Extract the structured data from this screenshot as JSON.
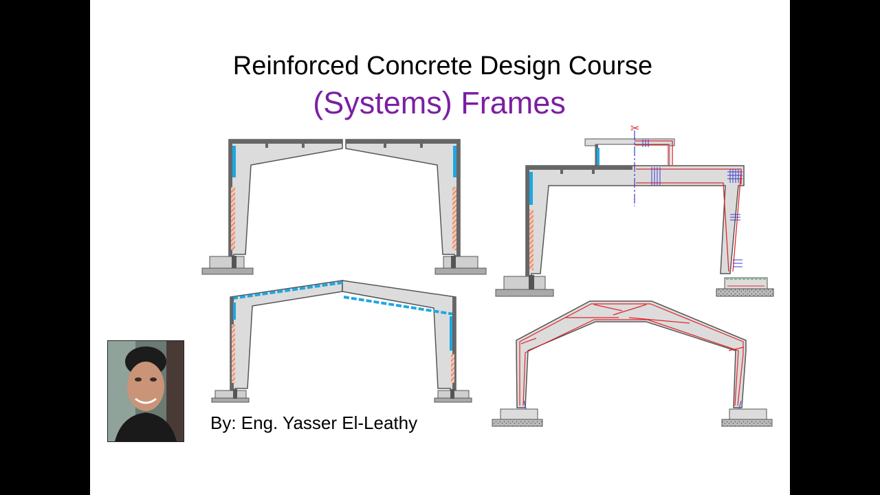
{
  "slide": {
    "title": "Reinforced Concrete Design Course",
    "subtitle": "(Systems) Frames",
    "author": "By: Eng. Yasser El-Leathy"
  },
  "colors": {
    "background_outer": "#000000",
    "slide": "#ffffff",
    "subtitle": "#7B1FA2",
    "concrete": "#dcdcdc",
    "outline": "#555555",
    "insulation": "#1ea7e1",
    "hatch": "#e07b5a",
    "rebar": "#e0262b",
    "stirrup": "#3a3ad0"
  },
  "photo": {
    "icon": "presenter-photo"
  }
}
